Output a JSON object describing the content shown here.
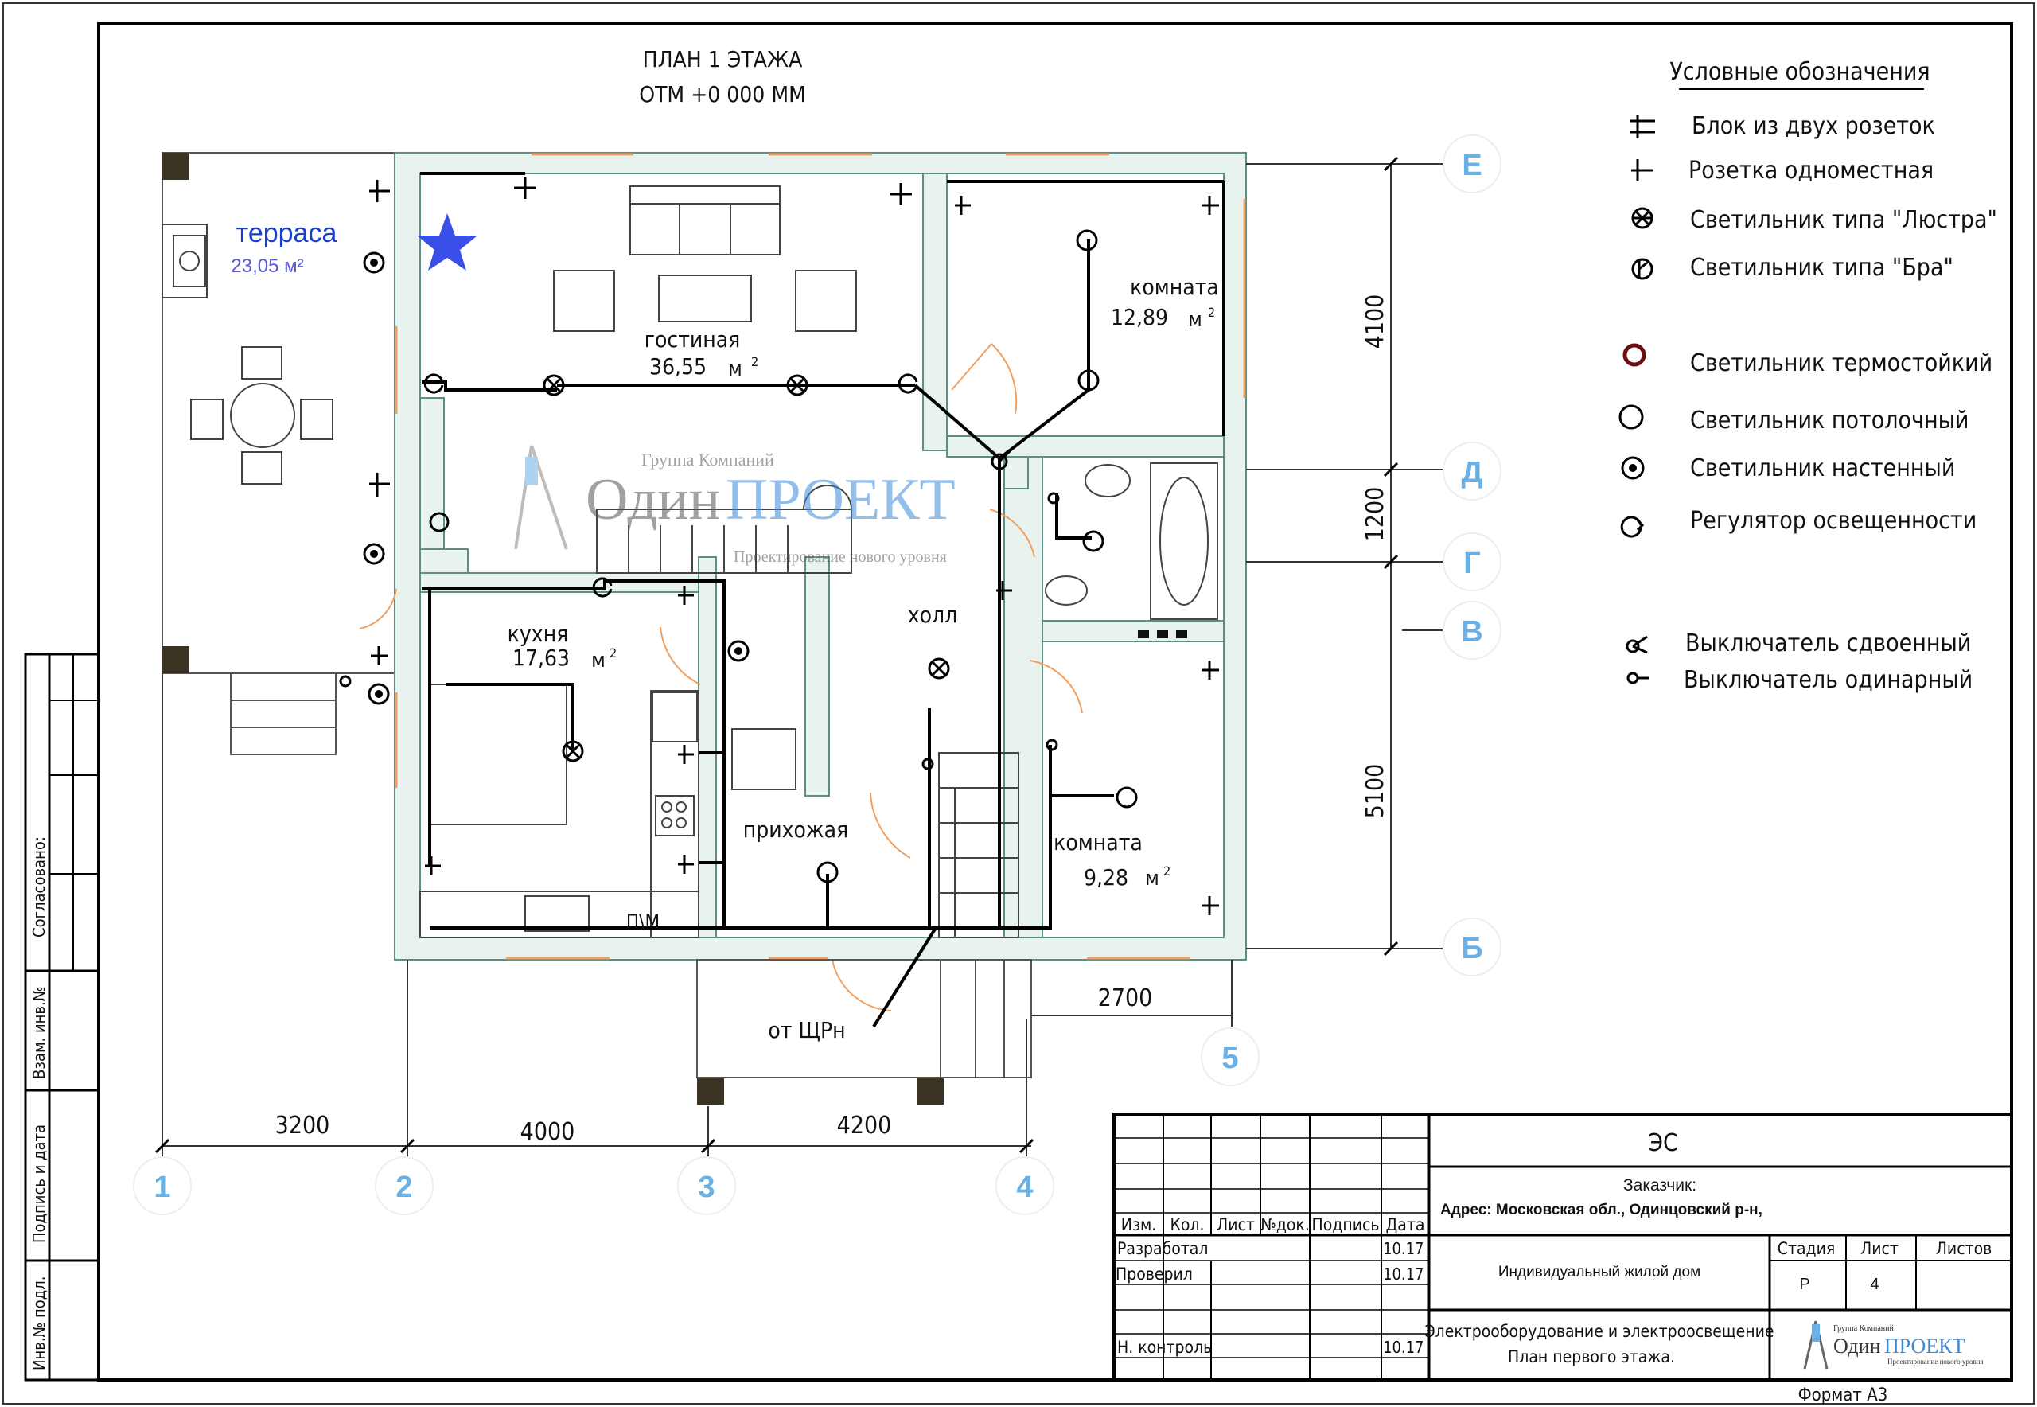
{
  "plan": {
    "title_line1": "ПЛАН 1 ЭТАЖА",
    "title_line2": "ОТМ +0 000 ММ"
  },
  "rooms": {
    "terrace": {
      "name": "терраса",
      "area": "23,05 м²"
    },
    "living": {
      "name": "гостиная",
      "area": "36,55",
      "unit": "м"
    },
    "room1": {
      "name": "комната",
      "area": "12,89",
      "unit": "м"
    },
    "kitchen": {
      "name": "кухня",
      "area": "17,63",
      "unit": "м"
    },
    "hall": {
      "name": "холл"
    },
    "entry": {
      "name": "прихожая"
    },
    "room2": {
      "name": "комната",
      "area": "9,28",
      "unit": "м"
    },
    "sq": "2",
    "pm": "П\\М",
    "feed": "от ЩРн"
  },
  "watermark": {
    "group": "Группа Компаний",
    "name1": "Один",
    "name2": "ПРОЕКТ",
    "tagline": "Проектирование нового уровня"
  },
  "legend": {
    "title": "Условные обозначения",
    "items": [
      {
        "icon": "double-socket-icon",
        "label": "Блок из двух розеток"
      },
      {
        "icon": "single-socket-icon",
        "label": "Розетка одноместная"
      },
      {
        "icon": "chandelier-icon",
        "label": "Светильник типа \"Люстра\""
      },
      {
        "icon": "sconce-icon",
        "label": "Светильник типа \"Бра\""
      },
      {
        "icon": "heat-resistant-light-icon",
        "label": "Светильник термостойкий"
      },
      {
        "icon": "ceiling-light-icon",
        "label": "Светильник потолочный"
      },
      {
        "icon": "wall-light-icon",
        "label": "Светильник настенный"
      },
      {
        "icon": "dimmer-icon",
        "label": "Регулятор освещенности"
      },
      {
        "icon": "double-switch-icon",
        "label": "Выключатель сдвоенный"
      },
      {
        "icon": "single-switch-icon",
        "label": "Выключатель одинарный"
      }
    ]
  },
  "axes": {
    "rows": [
      "Е",
      "Д",
      "Г",
      "В",
      "Б"
    ],
    "cols": [
      "1",
      "2",
      "3",
      "4",
      "5"
    ]
  },
  "dims": {
    "d3200": "3200",
    "d4000": "4000",
    "d4200": "4200",
    "d2700": "2700",
    "d4100": "4100",
    "d1200": "1200",
    "d5100": "5100"
  },
  "side_stamp": {
    "agreed": "Согласовано:",
    "inv_no": "Взам. инв.№",
    "sign_date": "Подпись и дата",
    "inv_orig": "Инв.№ подл."
  },
  "stamp": {
    "code": "ЭС",
    "customer": "Заказчик:",
    "address": "Адрес: Московская обл., Одинцовский р-н,",
    "headers": [
      "Изм.",
      "Кол.",
      "Лист",
      "№док.",
      "Подпись",
      "Дата"
    ],
    "developed": "Разработал",
    "checked": "Проверил",
    "ncontrol": "Н. контроль",
    "date": "10.17",
    "object": "Индивидуальный жилой дом",
    "stage_h": "Стадия",
    "sheet_h": "Лист",
    "sheets_h": "Листов",
    "stage": "Р",
    "sheet": "4",
    "desc1": "Электрооборудование и электроосвещение",
    "desc2": "План первого этажа.",
    "format": "Формат А3"
  },
  "colors": {
    "axis_label": "#6ab0e4",
    "wall_fill": "#e8f2ef",
    "window": "#f0a060",
    "terrace_text": "#1a3ec8",
    "star": "#3a4fe8"
  }
}
